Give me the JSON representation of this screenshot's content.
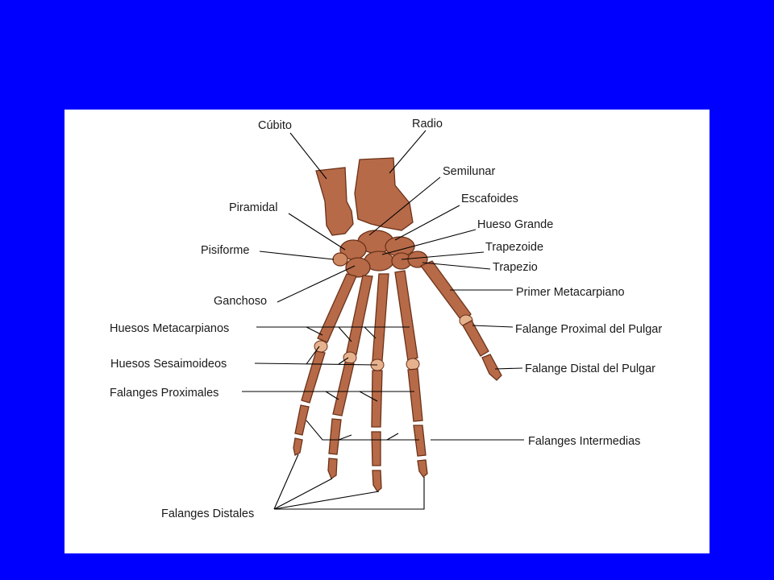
{
  "labels": {
    "cubito": "Cúbito",
    "radio": "Radio",
    "semilunar": "Semilunar",
    "escafoides": "Escafoides",
    "hueso_grande": "Hueso Grande",
    "trapezoide": "Trapezoide",
    "trapezio": "Trapezio",
    "primer_metacarpiano": "Primer Metacarpiano",
    "falange_proximal_pulgar": "Falange Proximal del Pulgar",
    "falange_distal_pulgar": "Falange Distal del Pulgar",
    "piramidal": "Piramidal",
    "pisiforme": "Pisiforme",
    "ganchoso": "Ganchoso",
    "huesos_metacarpianos": "Huesos Metacarpianos",
    "huesos_sesamoideos": "Huesos Sesaimoideos",
    "falanges_proximales": "Falanges Proximales",
    "falanges_intermedias": "Falanges Intermedias",
    "falanges_distales": "Falanges Distales"
  },
  "colors": {
    "slide_background": "#0000ff",
    "panel_background": "#ffffff",
    "bone": "#b76a48",
    "bone_outline": "#6b3219"
  }
}
